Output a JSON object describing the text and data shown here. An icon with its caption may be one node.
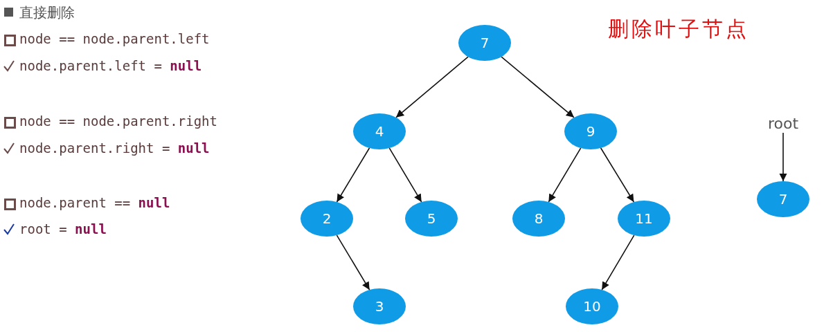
{
  "diagram": {
    "title": "删除叶子节点",
    "nodes": [
      {
        "text": [
          "7"
        ]
      },
      {
        "text": [
          "4"
        ]
      },
      {
        "text": [
          "9"
        ]
      },
      {
        "text": [
          "2"
        ]
      },
      {
        "text": [
          "5"
        ]
      },
      {
        "text": [
          "8"
        ]
      },
      {
        "text": [
          "11"
        ]
      },
      {
        "text": [
          "3"
        ]
      },
      {
        "text": [
          "10"
        ]
      },
      {
        "text": [
          "root"
        ]
      },
      {
        "text": [
          "7"
        ]
      }
    ],
    "edges": [
      {
        "from": 0,
        "to": 1,
        "arrow": "to"
      },
      {
        "from": 0,
        "to": 2,
        "arrow": "to"
      },
      {
        "from": 1,
        "to": 3,
        "arrow": "to"
      },
      {
        "from": 1,
        "to": 4,
        "arrow": "to"
      },
      {
        "from": 2,
        "to": 5,
        "arrow": "to"
      },
      {
        "from": 2,
        "to": 6,
        "arrow": "to"
      },
      {
        "from": 3,
        "to": 7,
        "arrow": "to"
      },
      {
        "from": 6,
        "to": 8,
        "arrow": "to"
      },
      {
        "from": 9,
        "to": 10,
        "arrow": "to"
      }
    ],
    "labels": [
      "直接删除",
      "node == node.parent.left",
      "node.parent.left = **null**",
      "node == node.parent.right",
      "node.parent.right = **null**",
      "node.parent == **null**",
      "root = **null**"
    ]
  }
}
